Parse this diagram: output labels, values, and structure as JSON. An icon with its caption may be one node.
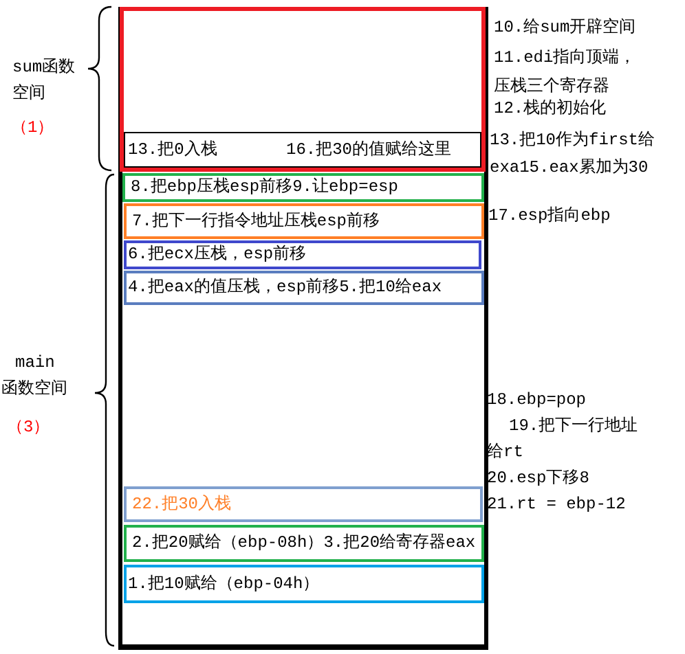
{
  "diagram": {
    "nodes": [
      {
        "text": [],
        "shape": "box"
      },
      {
        "text": [],
        "shape": "box",
        "in": 0
      },
      {
        "text": [
          "13.把0入栈",
          "16.把30的值赋给这里"
        ],
        "in": 1
      },
      {
        "text": [
          "8.把ebp压栈esp前移9.让ebp=esp"
        ],
        "in": 0
      },
      {
        "text": [
          "7.把下一行指令地址压栈esp前移"
        ],
        "in": 0
      },
      {
        "text": [
          "6.把ecx压栈，esp前移"
        ],
        "in": 0
      },
      {
        "text": [
          "4.把eax的值压栈，esp前移5.把10给eax"
        ],
        "in": 0
      },
      {
        "text": [
          "22.把30入栈"
        ],
        "in": 0
      },
      {
        "text": [
          "2.把20赋给（ebp-08h）3.把20给寄存器eax"
        ],
        "in": 0
      },
      {
        "text": [
          "1.把10赋给（ebp-04h）"
        ],
        "in": 0
      }
    ],
    "labels": [
      "sum函数空间",
      "（1）",
      "10.给sum开辟空间",
      "11.edi指向顶端，压栈三个寄存器",
      "12.栈的初始化",
      "13.把10作为first给exa15.eax累加为30",
      "17.esp指向ebp",
      "main函数空间",
      "（3）",
      "18.ebp=pop",
      "19.把下一行地址给rt",
      "20.esp下移8",
      "21.rt = ebp-12"
    ]
  }
}
